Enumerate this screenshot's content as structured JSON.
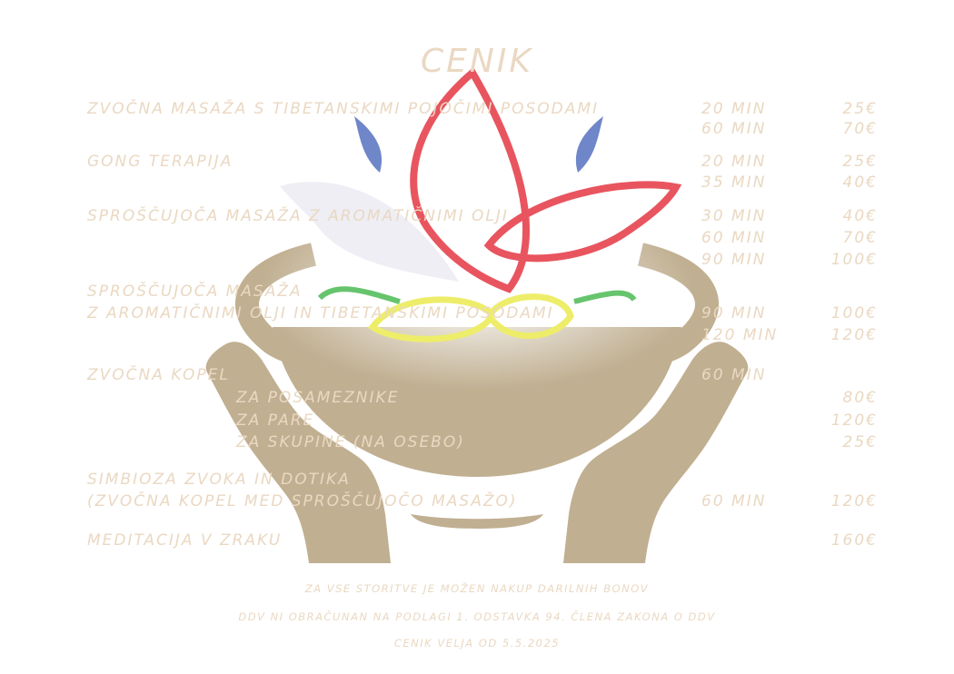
{
  "title": "CENIK",
  "colors": {
    "text": "#ead8c2",
    "bowl": "#c0af91",
    "petal_red": "#e8555f",
    "petal_blue": "#6f86c9",
    "petal_white": "#eeeef4",
    "petal_green": "#66c46d",
    "petal_yellow": "#eded6a"
  },
  "services": [
    {
      "name": "ZVOČNA MASAŽA S TIBETANSKIMI POJOČIMI POSODAMI",
      "durations": [
        "20 MIN",
        "60 MIN"
      ],
      "prices": [
        "25€",
        "70€"
      ]
    },
    {
      "name": "GONG TERAPIJA",
      "durations": [
        "20 MIN",
        "35 MIN"
      ],
      "prices": [
        "25€",
        "40€"
      ]
    },
    {
      "name": "SPROŠČUJOČA MASAŽA Z AROMATIČNIMI OLJI",
      "durations": [
        "30 MIN",
        "60 MIN",
        "90 MIN"
      ],
      "prices": [
        "40€",
        "70€",
        "100€"
      ]
    },
    {
      "name_lines": [
        "SPROŠČUJOČA MASAŽA",
        "Z AROMATIČNIMI OLJI IN TIBETANSKIMI POSODAMI"
      ],
      "durations": [
        "90 MIN",
        "120 MIN"
      ],
      "prices": [
        "100€",
        "120€"
      ]
    },
    {
      "name": "ZVOČNA KOPEL",
      "duration": "60 MIN",
      "options": [
        {
          "label": "ZA POSAMEZNIKE",
          "price": "80€"
        },
        {
          "label": "ZA PARE",
          "price": "120€"
        },
        {
          "label": "ZA SKUPINE (NA OSEBO)",
          "price": "25€"
        }
      ]
    },
    {
      "name_lines": [
        "SIMBIOZA ZVOKA IN DOTIKA",
        "(ZVOČNA KOPEL MED SPROŠČUJOČO MASAŽO)"
      ],
      "duration": "60 MIN",
      "price": "120€"
    },
    {
      "name": "MEDITACIJA V ZRAKU",
      "price": "160€"
    }
  ],
  "footer": {
    "line1": "ZA VSE STORITVE JE MOŽEN NAKUP DARILNIH BONOV",
    "line2": "DDV NI OBRAČUNAN NA PODLAGI 1. ODSTAVKA 94. ČLENA ZAKONA O DDV",
    "line3": "CENIK VELJA OD 5.5.2025"
  }
}
